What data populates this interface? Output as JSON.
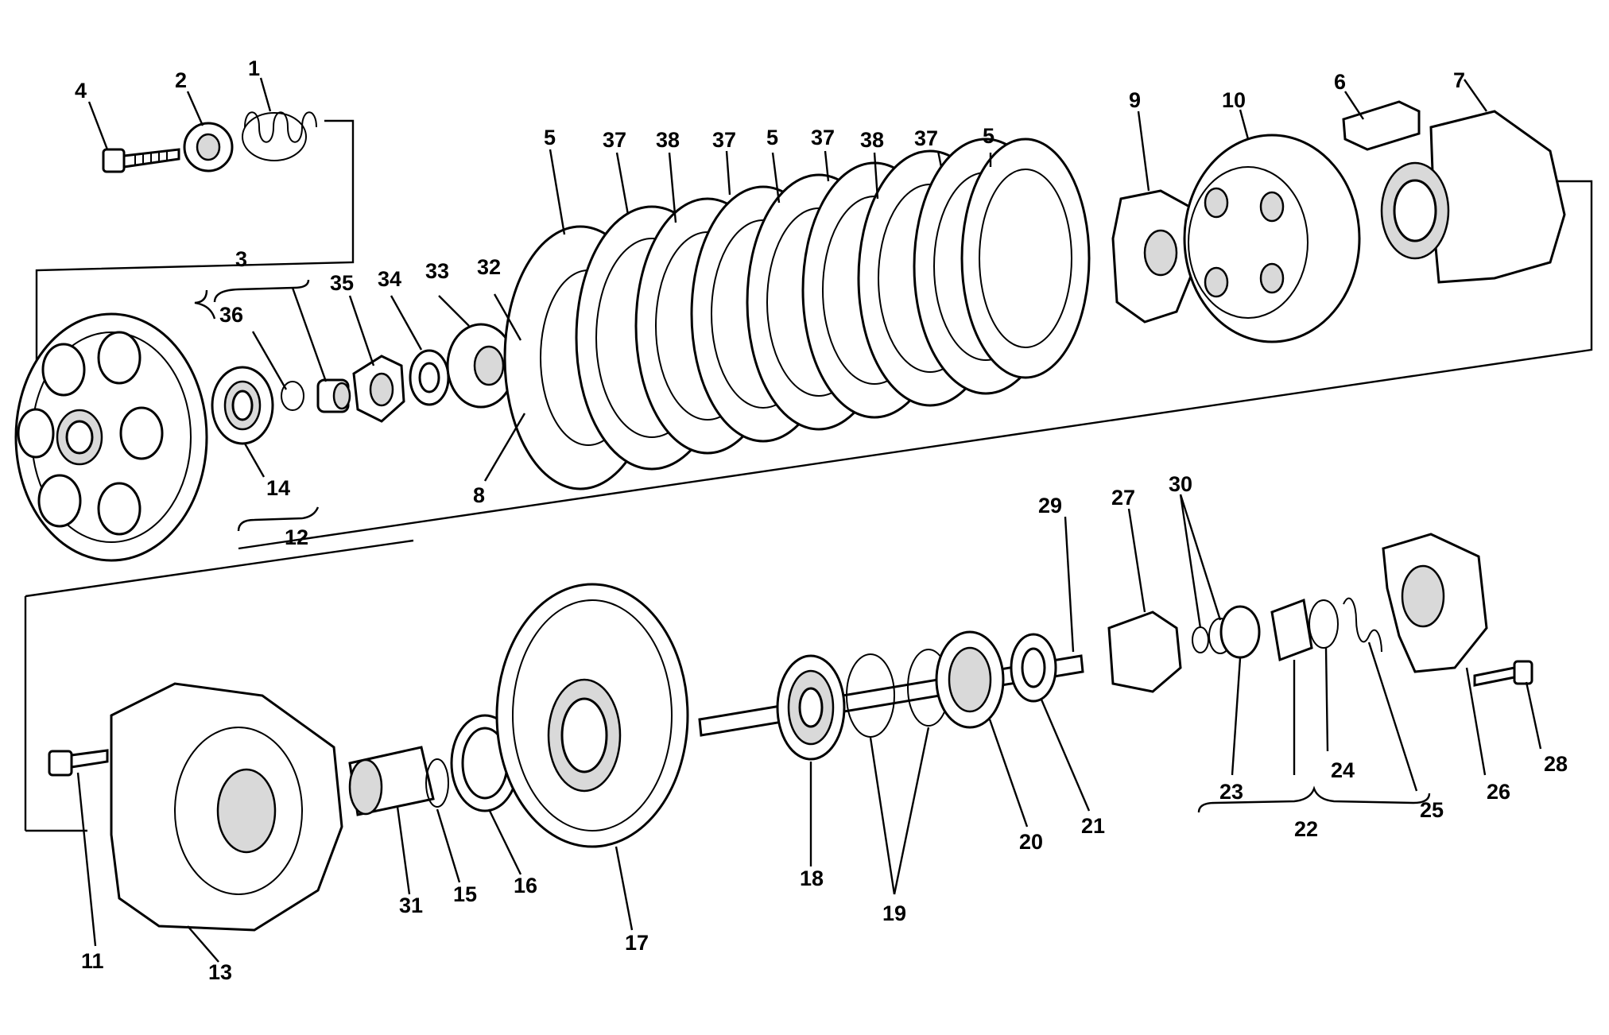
{
  "labels": {
    "l1": "1",
    "l2": "2",
    "l3": "3",
    "l4": "4",
    "l5a": "5",
    "l5b": "5",
    "l5c": "5",
    "l6": "6",
    "l7": "7",
    "l8": "8",
    "l9": "9",
    "l10": "10",
    "l11": "11",
    "l12": "12",
    "l13": "13",
    "l14": "14",
    "l15": "15",
    "l16": "16",
    "l17": "17",
    "l18": "18",
    "l19": "19",
    "l20": "20",
    "l21": "21",
    "l22": "22",
    "l23": "23",
    "l24": "24",
    "l25": "25",
    "l26": "26",
    "l27": "27",
    "l28": "28",
    "l29": "29",
    "l30": "30",
    "l31": "31",
    "l32": "32",
    "l33": "33",
    "l34": "34",
    "l35": "35",
    "l36": "36",
    "l37a": "37",
    "l37b": "37",
    "l37c": "37",
    "l37d": "37",
    "l38a": "38",
    "l38b": "38"
  }
}
